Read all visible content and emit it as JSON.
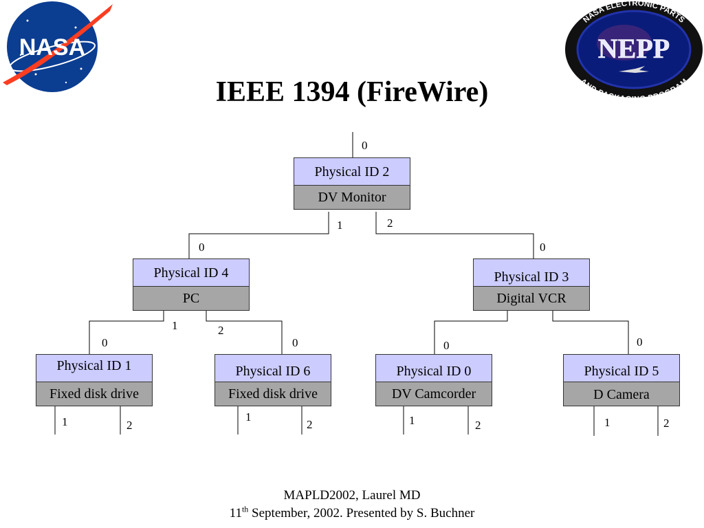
{
  "title": "IEEE 1394 (FireWire)",
  "logos": {
    "nasa": {
      "text": "NASA"
    },
    "nepp": {
      "text": "NEPP",
      "ring_top": "NASA ELECTRONIC PARTS",
      "ring_bottom": "AND PACKAGING PROGRAM"
    }
  },
  "nodes": [
    {
      "id": "Physical ID 2",
      "device": "DV Monitor"
    },
    {
      "id": "Physical ID 4",
      "device": "PC"
    },
    {
      "id": "Physical ID 3",
      "device": "Digital VCR"
    },
    {
      "id": "Physical ID 1",
      "device": "Fixed disk drive"
    },
    {
      "id": "Physical ID 6",
      "device": "Fixed disk drive"
    },
    {
      "id": "Physical ID 0",
      "device": "DV Camcorder"
    },
    {
      "id": "Physical ID 5",
      "device": "D Camera"
    }
  ],
  "ports": {
    "root_0": "0",
    "root_1": "1",
    "root_2": "2",
    "pc_0": "0",
    "pc_1": "1",
    "pc_2": "2",
    "vcr_0": "0",
    "disk1_0": "0",
    "disk1_1": "1",
    "disk1_2": "2",
    "disk6_0": "0",
    "disk6_1": "1",
    "disk6_2": "2",
    "cam_0": "0",
    "cam_1": "1",
    "cam_2": "2",
    "dcam_0": "0",
    "dcam_1": "1",
    "dcam_2": "2"
  },
  "footer": {
    "line1": "MAPLD2002, Laurel MD",
    "line2_pre": "11",
    "line2_sup": "th",
    "line2_post": " September, 2002. Presented by S. Buchner"
  },
  "colors": {
    "id_box": "#ccccff",
    "device_box": "#a6a6a6",
    "nasa_blue": "#0b3d91",
    "nasa_red": "#fc3d21"
  }
}
